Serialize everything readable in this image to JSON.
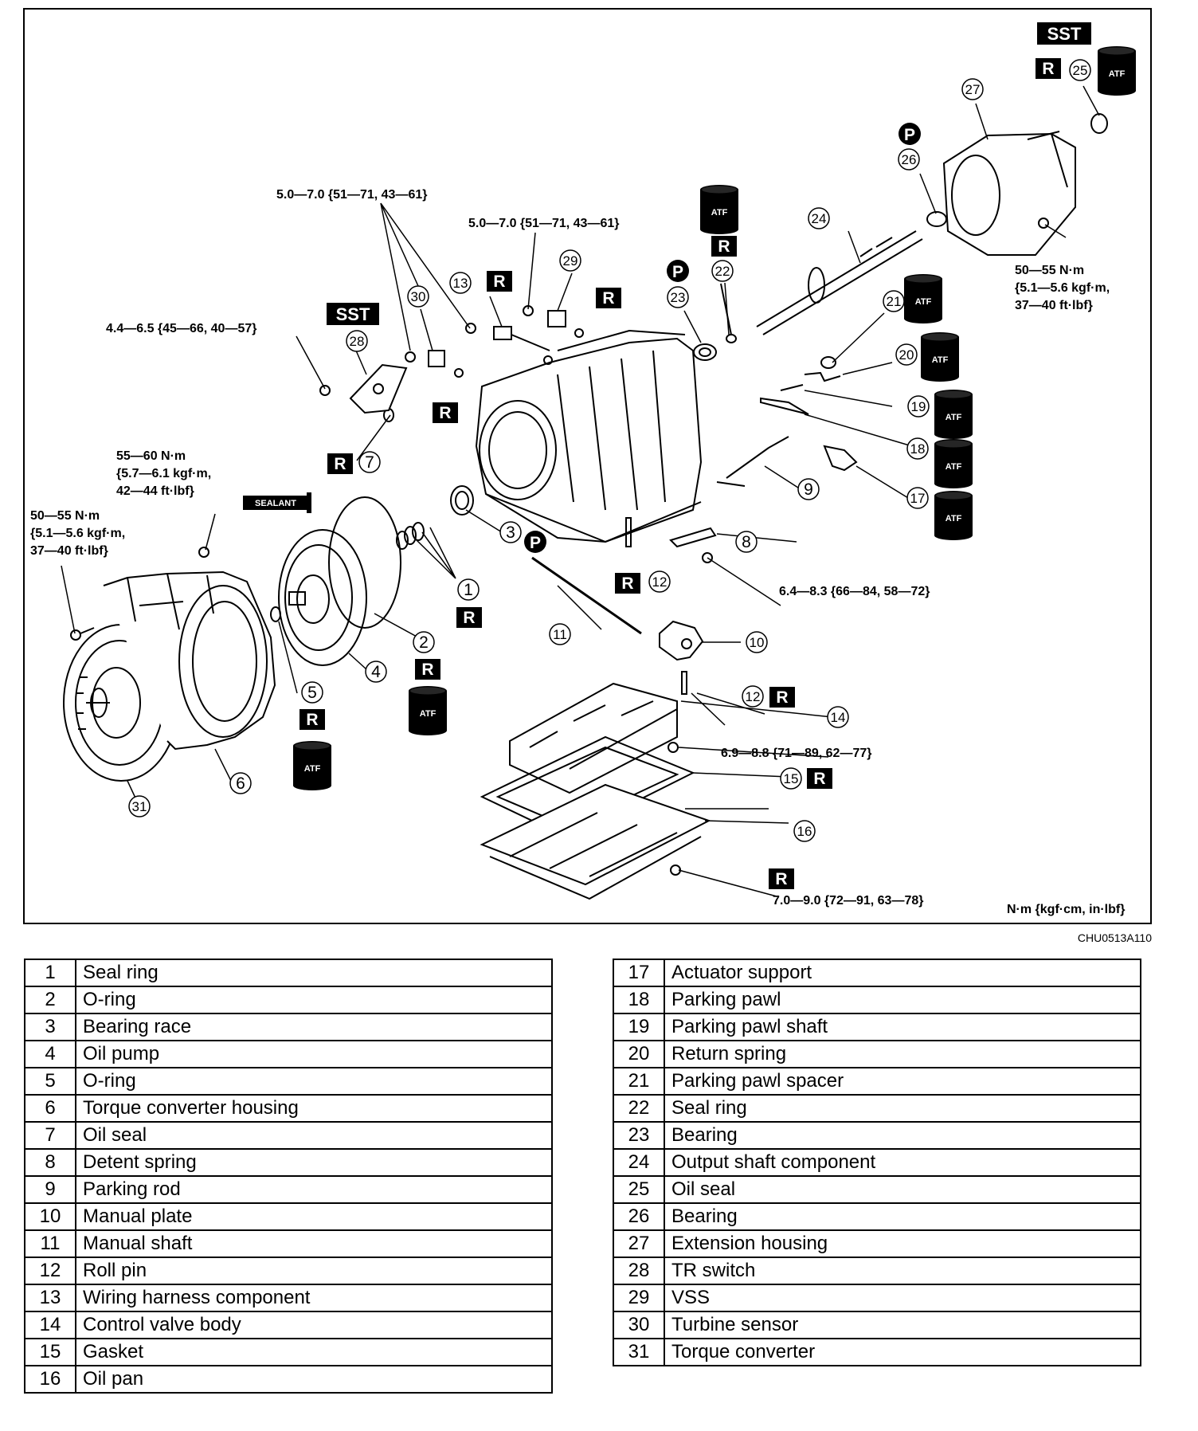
{
  "diagram": {
    "figure_code": "CHU0513A110",
    "units_note": "N·m {kgf·cm, in·lbf}",
    "badges": {
      "sst": "SST",
      "r": "R",
      "p": "P",
      "atf": "ATF",
      "sealant": "SEALANT"
    },
    "torque_labels": {
      "t_top_left": "5.0—7.0 {51—71, 43—61}",
      "t_top_mid": "5.0—7.0 {51—71, 43—61}",
      "t_tr_switch": "4.4—6.5 {45—66, 40—57}",
      "t_pump_1": "55—60 N·m",
      "t_pump_2": "{5.7—6.1 kgf·m,",
      "t_pump_3": "42—44 ft·lbf}",
      "t_housing_1": "50—55 N·m",
      "t_housing_2": "{5.1—5.6 kgf·m,",
      "t_housing_3": "37—40 ft·lbf}",
      "t_ext_1": "50—55 N·m",
      "t_ext_2": "{5.1—5.6 kgf·m,",
      "t_ext_3": "37—40 ft·lbf}",
      "t_detent": "6.4—8.3 {66—84, 58—72}",
      "t_valve": "6.9—8.8 {71—89, 62—77}",
      "t_pan": "7.0—9.0 {72—91, 63—78}"
    },
    "callout_numbers": [
      "1",
      "2",
      "3",
      "4",
      "5",
      "6",
      "7",
      "8",
      "9",
      "10",
      "11",
      "12",
      "13",
      "14",
      "15",
      "16",
      "17",
      "18",
      "19",
      "20",
      "21",
      "22",
      "23",
      "24",
      "25",
      "26",
      "27",
      "28",
      "29",
      "30",
      "31"
    ]
  },
  "parts": {
    "left": [
      {
        "num": "1",
        "name": "Seal ring"
      },
      {
        "num": "2",
        "name": "O-ring"
      },
      {
        "num": "3",
        "name": "Bearing race"
      },
      {
        "num": "4",
        "name": "Oil pump"
      },
      {
        "num": "5",
        "name": "O-ring"
      },
      {
        "num": "6",
        "name": "Torque converter housing"
      },
      {
        "num": "7",
        "name": "Oil seal"
      },
      {
        "num": "8",
        "name": "Detent spring"
      },
      {
        "num": "9",
        "name": "Parking rod"
      },
      {
        "num": "10",
        "name": "Manual plate"
      },
      {
        "num": "11",
        "name": "Manual shaft"
      },
      {
        "num": "12",
        "name": "Roll pin"
      },
      {
        "num": "13",
        "name": "Wiring harness component"
      },
      {
        "num": "14",
        "name": "Control valve body"
      },
      {
        "num": "15",
        "name": "Gasket"
      },
      {
        "num": "16",
        "name": "Oil pan"
      }
    ],
    "right": [
      {
        "num": "17",
        "name": "Actuator support"
      },
      {
        "num": "18",
        "name": "Parking pawl"
      },
      {
        "num": "19",
        "name": "Parking pawl shaft"
      },
      {
        "num": "20",
        "name": "Return spring"
      },
      {
        "num": "21",
        "name": "Parking pawl spacer"
      },
      {
        "num": "22",
        "name": "Seal ring"
      },
      {
        "num": "23",
        "name": "Bearing"
      },
      {
        "num": "24",
        "name": "Output shaft component"
      },
      {
        "num": "25",
        "name": "Oil seal"
      },
      {
        "num": "26",
        "name": "Bearing"
      },
      {
        "num": "27",
        "name": "Extension housing"
      },
      {
        "num": "28",
        "name": "TR switch"
      },
      {
        "num": "29",
        "name": "VSS"
      },
      {
        "num": "30",
        "name": "Turbine sensor"
      },
      {
        "num": "31",
        "name": "Torque converter"
      }
    ]
  }
}
